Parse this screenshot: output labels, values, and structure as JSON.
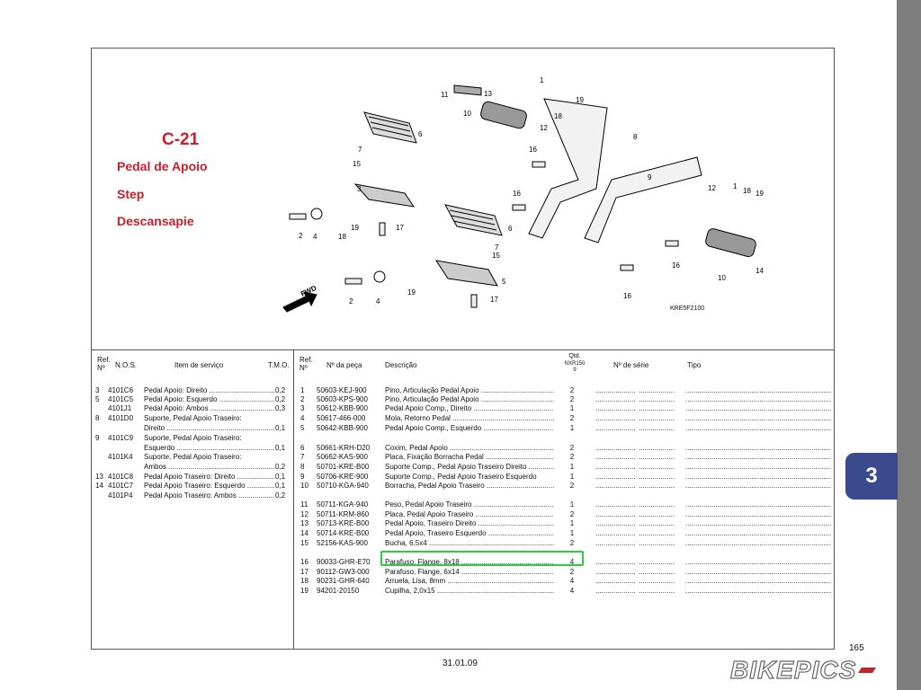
{
  "section_tab": "3",
  "header": {
    "code": "C-21",
    "titles": [
      "Pedal de Apoio",
      "Step",
      "Descansapie"
    ]
  },
  "diagram": {
    "code": "KRE5F2100",
    "fwd_label": "FWD",
    "callouts": [
      "1",
      "2",
      "3",
      "4",
      "5",
      "6",
      "7",
      "8",
      "9",
      "10",
      "11",
      "12",
      "13",
      "14",
      "15",
      "16",
      "17",
      "18",
      "19"
    ]
  },
  "left_table": {
    "headers": {
      "ref": "Ref. Nº",
      "nos": "N.O.S.",
      "item": "Item de serviço",
      "tmo": "T.M.O."
    },
    "rows": [
      {
        "ref": "3",
        "nos": "4101C6",
        "desc": "Pedal Apoio: Direito",
        "tmo": "0,2"
      },
      {
        "ref": "5",
        "nos": "4101C5",
        "desc": "Pedal Apoio: Esquerdo",
        "tmo": "0,2"
      },
      {
        "ref": "",
        "nos": "4101J1",
        "desc": "Pedal Apoio: Ambos",
        "tmo": "0,3"
      },
      {
        "ref": "8",
        "nos": "4101D0",
        "desc": "Suporte, Pedal Apoio Traseiro:",
        "tmo": ""
      },
      {
        "ref": "",
        "nos": "",
        "desc": "Direito",
        "tmo": "0,1"
      },
      {
        "ref": "9",
        "nos": "4101C9",
        "desc": "Suporte, Pedal Apoio Traseiro:",
        "tmo": ""
      },
      {
        "ref": "",
        "nos": "",
        "desc": "Esquerdo",
        "tmo": "0,1"
      },
      {
        "ref": "",
        "nos": "4101K4",
        "desc": "Suporte, Pedal Apoio Traseiro:",
        "tmo": ""
      },
      {
        "ref": "",
        "nos": "",
        "desc": "Ambos",
        "tmo": "0,2"
      },
      {
        "ref": "13",
        "nos": "4101C8",
        "desc": "Pedal Apoio Traseiro: Direito",
        "tmo": "0,1"
      },
      {
        "ref": "14",
        "nos": "4101C7",
        "desc": "Pedal Apoio Traseiro: Esquerdo",
        "tmo": "0,1"
      },
      {
        "ref": "",
        "nos": "4101P4",
        "desc": "Pedal Apoio Traseiro: Ambos",
        "tmo": "0,2"
      }
    ]
  },
  "right_table": {
    "headers": {
      "ref": "Ref. Nº",
      "pn": "Nº da peça",
      "desc": "Descrição",
      "qty_line1": "Qtd.",
      "qty_line2": "NXR150",
      "qty_line3": "9",
      "serial": "Nº de série",
      "tipo": "Tipo"
    },
    "rows": [
      {
        "ref": "1",
        "pn": "50603-KEJ-900",
        "desc": "Pino, Articulação Pedal Apoio",
        "qty": "2"
      },
      {
        "ref": "2",
        "pn": "50603-KPS-900",
        "desc": "Pino, Articulação Pedal Apoio",
        "qty": "2"
      },
      {
        "ref": "3",
        "pn": "50612-KBB-900",
        "desc": "Pedal Apoio Comp., Direito",
        "qty": "1"
      },
      {
        "ref": "4",
        "pn": "50617-466-000",
        "desc": "Mola, Retorno Pedal",
        "qty": "2"
      },
      {
        "ref": "5",
        "pn": "50642-KBB-900",
        "desc": "Pedal Apoio Comp., Esquerdo",
        "qty": "1"
      },
      {
        "ref": "6",
        "pn": "50661-KRH-D20",
        "desc": "Coxim, Pedal Apoio",
        "qty": "2"
      },
      {
        "ref": "7",
        "pn": "50662-KAS-900",
        "desc": "Placa, Fixação Borracha Pedal",
        "qty": "2"
      },
      {
        "ref": "8",
        "pn": "50701-KRE-B00",
        "desc": "Suporte Comp., Pedal Apoio Traseiro Direito",
        "qty": "1"
      },
      {
        "ref": "9",
        "pn": "50706-KRE-900",
        "desc": "Suporte Comp., Pedal Apoio Traseiro Esquerdo",
        "qty": "1"
      },
      {
        "ref": "10",
        "pn": "50710-KGA-940",
        "desc": "Borracha, Pedal Apoio Traseiro",
        "qty": "2"
      },
      {
        "ref": "11",
        "pn": "50711-KGA-940",
        "desc": "Peso, Pedal Apoio Traseiro",
        "qty": "1"
      },
      {
        "ref": "12",
        "pn": "50711-KRM-860",
        "desc": "Placa, Pedal Apoio Traseiro",
        "qty": "2"
      },
      {
        "ref": "13",
        "pn": "50713-KRE-B00",
        "desc": "Pedal Apoio, Traseiro Direito",
        "qty": "1"
      },
      {
        "ref": "14",
        "pn": "50714-KRE-B00",
        "desc": "Pedal Apoio, Traseiro Esquerdo",
        "qty": "1"
      },
      {
        "ref": "15",
        "pn": "52156-KAS-900",
        "desc": "Bucha, 6,5x4",
        "qty": "2"
      },
      {
        "ref": "16",
        "pn": "90033-GHR-E70",
        "desc": "Parafuso, Flange, 8x18",
        "qty": "4"
      },
      {
        "ref": "17",
        "pn": "90112-GW3-000",
        "desc": "Parafuso, Flange, 6x14",
        "qty": "2"
      },
      {
        "ref": "18",
        "pn": "90231-GHR-640",
        "desc": "Arruela, Lisa, 8mm",
        "qty": "4"
      },
      {
        "ref": "19",
        "pn": "94201-20150",
        "desc": "Cupilha, 2,0x15",
        "qty": "4"
      }
    ]
  },
  "footer": {
    "page": "165",
    "date": "31.01.09",
    "logo_text": "BIKEPICS"
  },
  "colors": {
    "title_red": "#c8202a",
    "tab_blue": "#3a4a8c",
    "highlight_green": "#2ecc40",
    "edge_grey": "#7d7d7d"
  }
}
